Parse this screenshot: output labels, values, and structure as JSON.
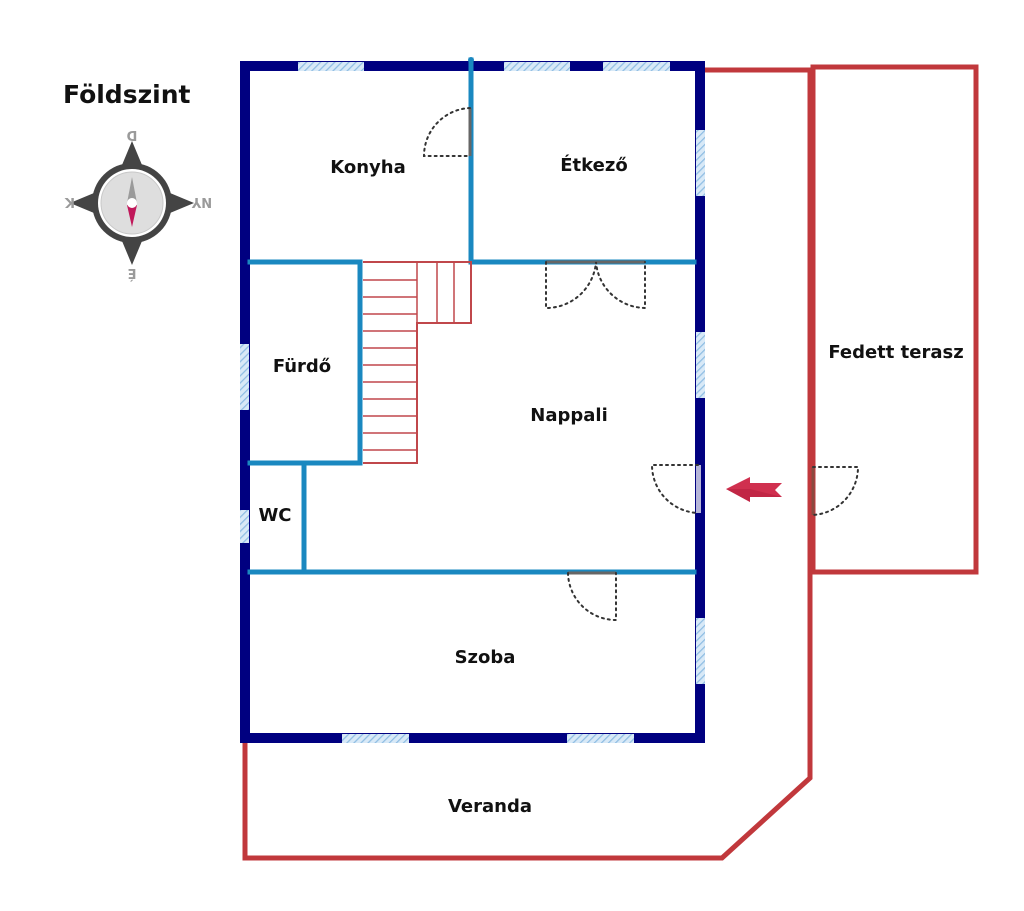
{
  "title": "Földszint",
  "compass": {
    "top": "D",
    "bottom": "É",
    "left": "K",
    "right": "NY"
  },
  "rooms": {
    "konyha": "Konyha",
    "etkezo": "Étkező",
    "furdo": "Fürdő",
    "wc": "WC",
    "nappali": "Nappali",
    "szoba": "Szoba",
    "fedett_terasz": "Fedett terasz",
    "veranda": "Veranda"
  },
  "colors": {
    "exterior_wall": "#000080",
    "interior_wall": "#1a88c0",
    "terrace_outline": "#c1383c",
    "window": "#9cc6e8",
    "stairs": "#c0474b",
    "entrance_arrow": "#d0304f"
  }
}
